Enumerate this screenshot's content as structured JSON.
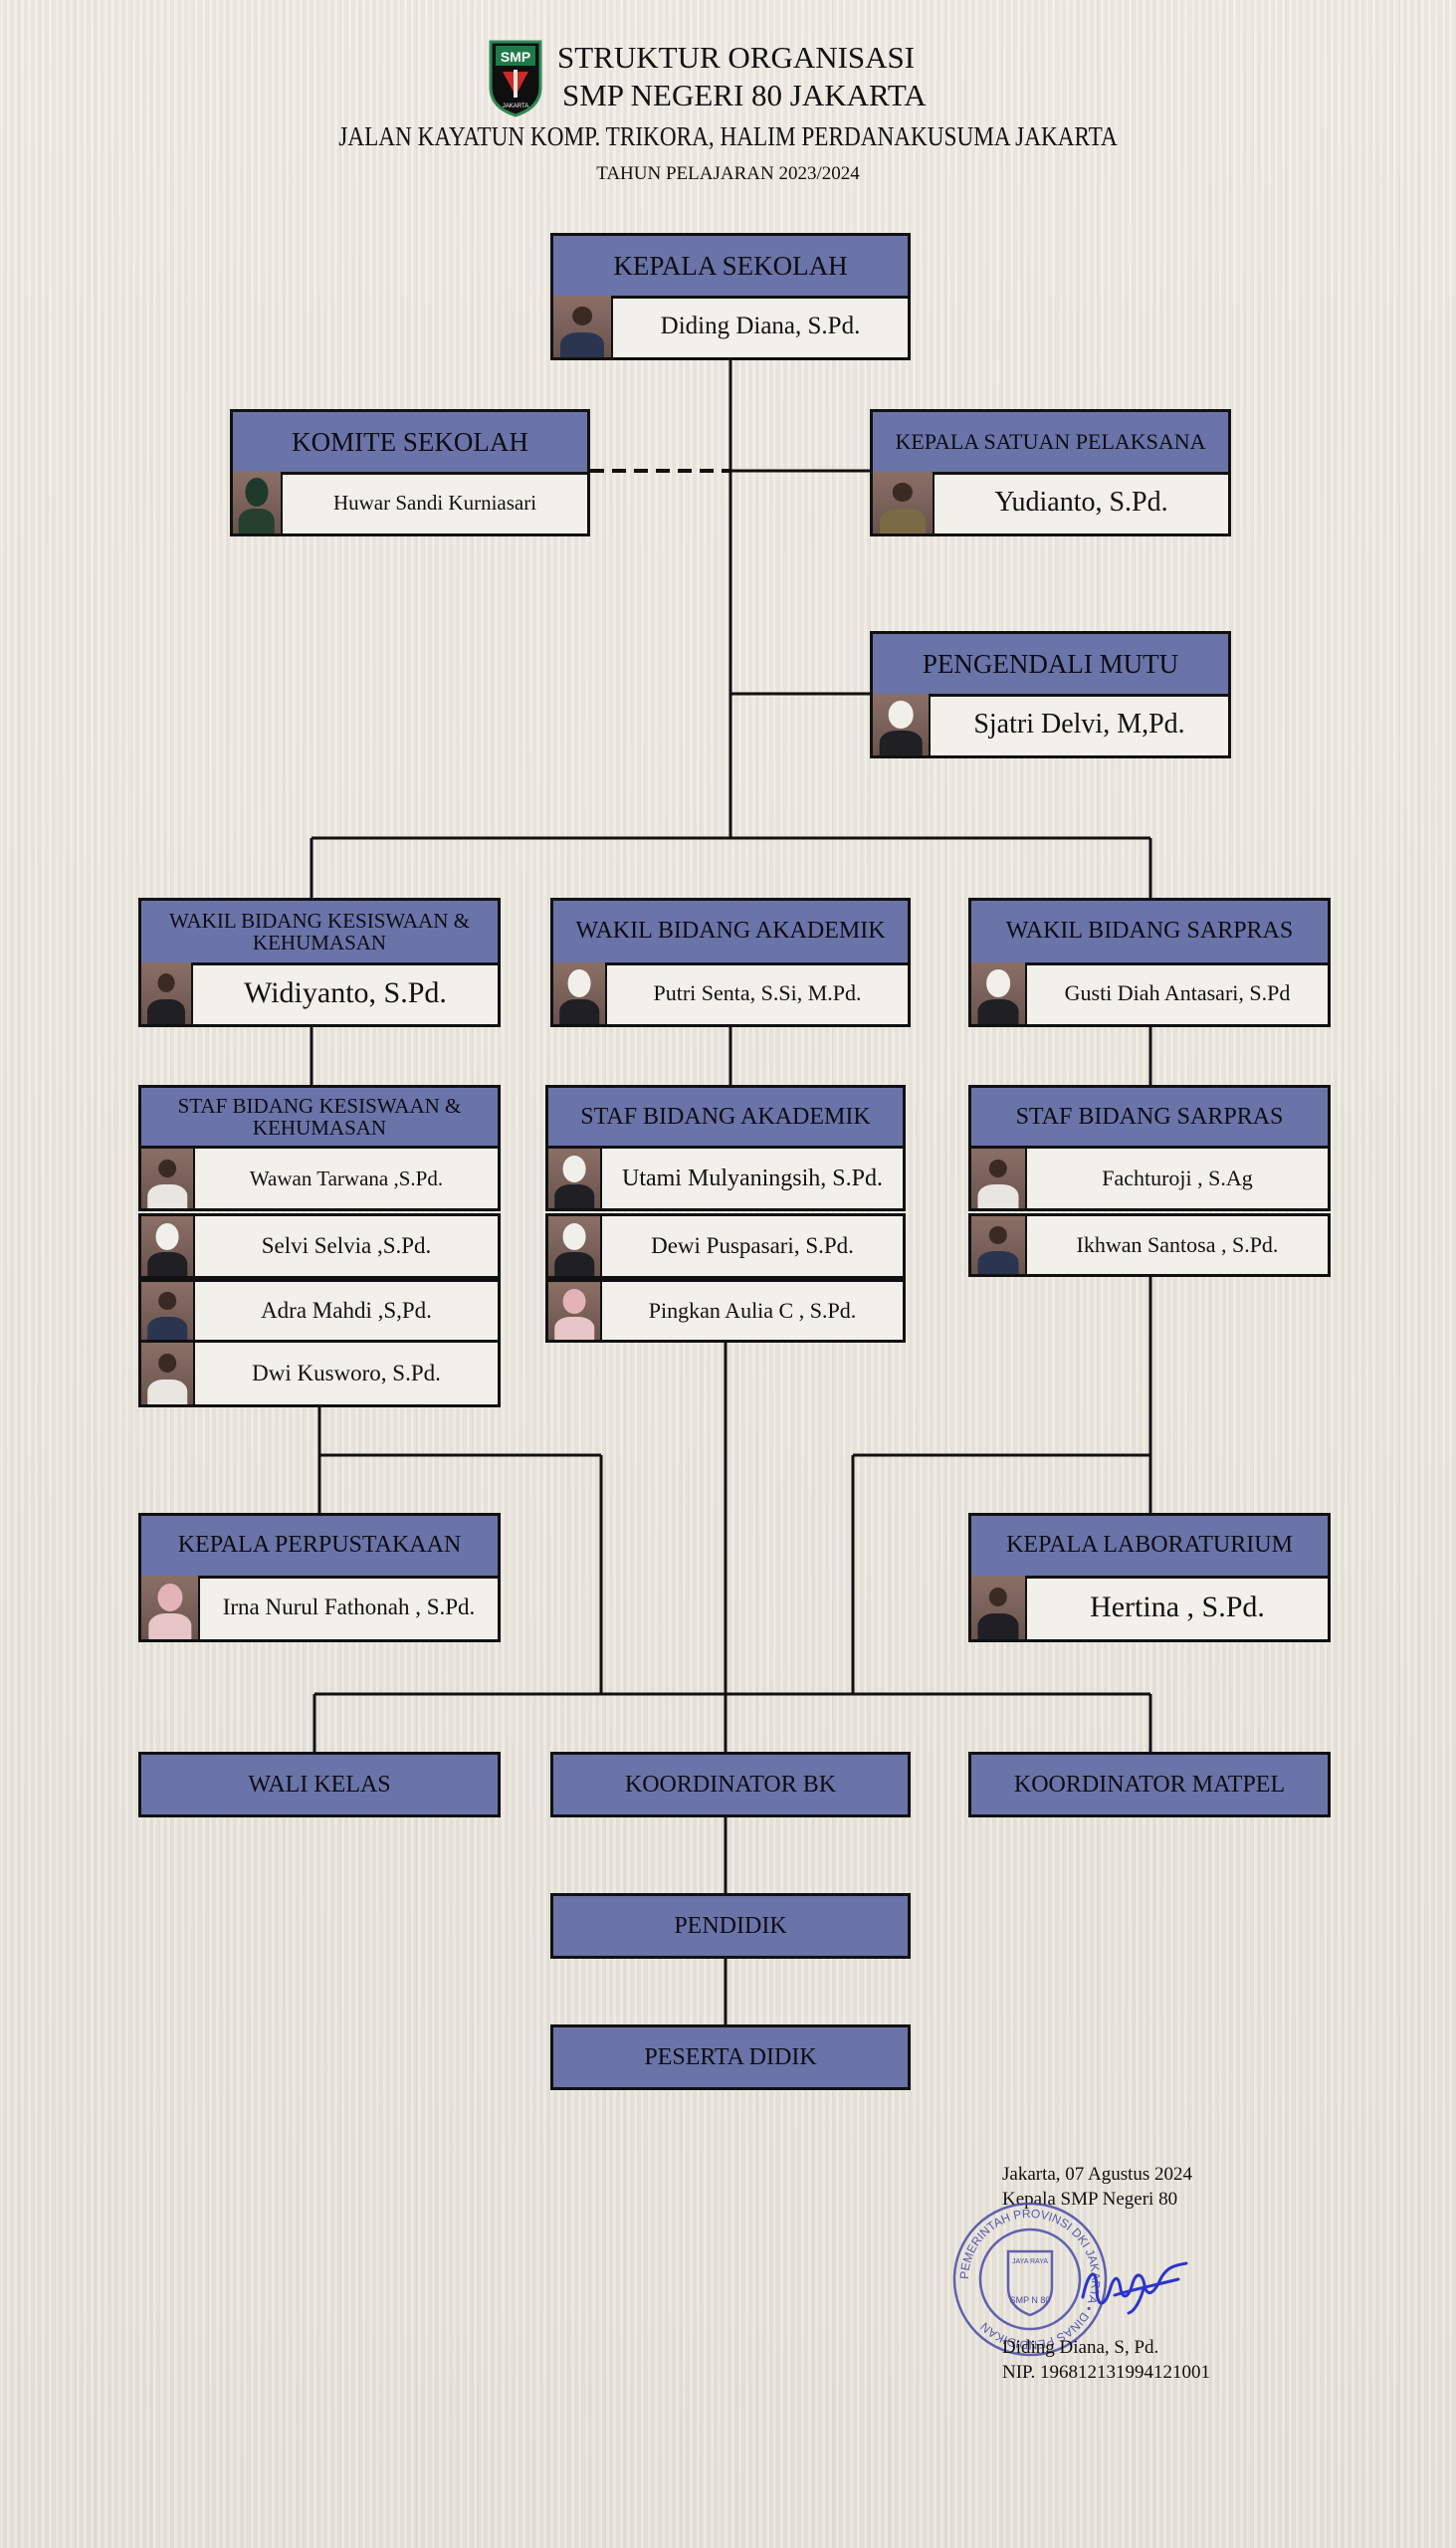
{
  "header": {
    "logo_text": "SMP",
    "logo_subtext": "JAKARTA",
    "title_line1": "STRUKTUR ORGANISASI",
    "title_line2": "SMP NEGERI 80 JAKARTA",
    "address": "JALAN KAYATUN KOMP. TRIKORA, HALIM PERDANAKUSUMA JAKARTA",
    "year": "TAHUN PELAJARAN 2023/2024"
  },
  "colors": {
    "header_fill": "#6a74a8",
    "line": "#111111",
    "background": "#ece8df"
  },
  "nodes": {
    "kepala_sekolah": {
      "title": "KEPALA SEKOLAH",
      "name": "Diding Diana, S.Pd."
    },
    "komite": {
      "title": "KOMITE SEKOLAH",
      "name": "Huwar Sandi Kurniasari"
    },
    "kepala_satuan": {
      "title": "KEPALA SATUAN PELAKSANA",
      "name": "Yudianto, S.Pd."
    },
    "pengendali_mutu": {
      "title": "PENGENDALI MUTU",
      "name": "Sjatri Delvi, M,Pd."
    },
    "wakil_kesiswaan": {
      "title": "WAKIL BIDANG KESISWAAN & KEHUMASAN",
      "name": "Widiyanto, S.Pd."
    },
    "wakil_akademik": {
      "title": "WAKIL BIDANG AKADEMIK",
      "name": "Putri Senta, S.Si, M.Pd."
    },
    "wakil_sarpras": {
      "title": "WAKIL BIDANG SARPRAS",
      "name": "Gusti Diah Antasari, S.Pd"
    },
    "staf_kesiswaan": {
      "title": "STAF BIDANG KESISWAAN & KEHUMASAN",
      "members": [
        "Wawan Tarwana ,S.Pd.",
        "Selvi Selvia ,S.Pd.",
        "Adra Mahdi ,S,Pd.",
        "Dwi Kusworo, S.Pd."
      ]
    },
    "staf_akademik": {
      "title": "STAF BIDANG AKADEMIK",
      "members": [
        "Utami Mulyaningsih, S.Pd.",
        "Dewi Puspasari, S.Pd.",
        "Pingkan Aulia C , S.Pd."
      ]
    },
    "staf_sarpras": {
      "title": "STAF BIDANG SARPRAS",
      "members": [
        "Fachturoji , S.Ag",
        "Ikhwan Santosa , S.Pd."
      ]
    },
    "kepala_perpustakaan": {
      "title": "KEPALA PERPUSTAKAAN",
      "name": "Irna Nurul Fathonah , S.Pd."
    },
    "kepala_laboratorium": {
      "title": "KEPALA LABORATURIUM",
      "name": "Hertina , S.Pd."
    },
    "wali_kelas": {
      "title": "WALI KELAS"
    },
    "koordinator_bk": {
      "title": "KOORDINATOR BK"
    },
    "koordinator_matpel": {
      "title": "KOORDINATOR MATPEL"
    },
    "pendidik": {
      "title": "PENDIDIK"
    },
    "peserta_didik": {
      "title": "PESERTA DIDIK"
    }
  },
  "signature": {
    "place_date": "Jakarta, 07 Agustus 2024",
    "position": "Kepala SMP Negeri 80",
    "name": "Diding Diana, S, Pd.",
    "nip": "NIP. 196812131994121001",
    "stamp_text": "PEMERINTAH PROVINSI DKI JAKARTA • DINAS PENDIDIKAN",
    "stamp_center": "SMP N 80",
    "stamp_top": "JAYA RAYA"
  }
}
